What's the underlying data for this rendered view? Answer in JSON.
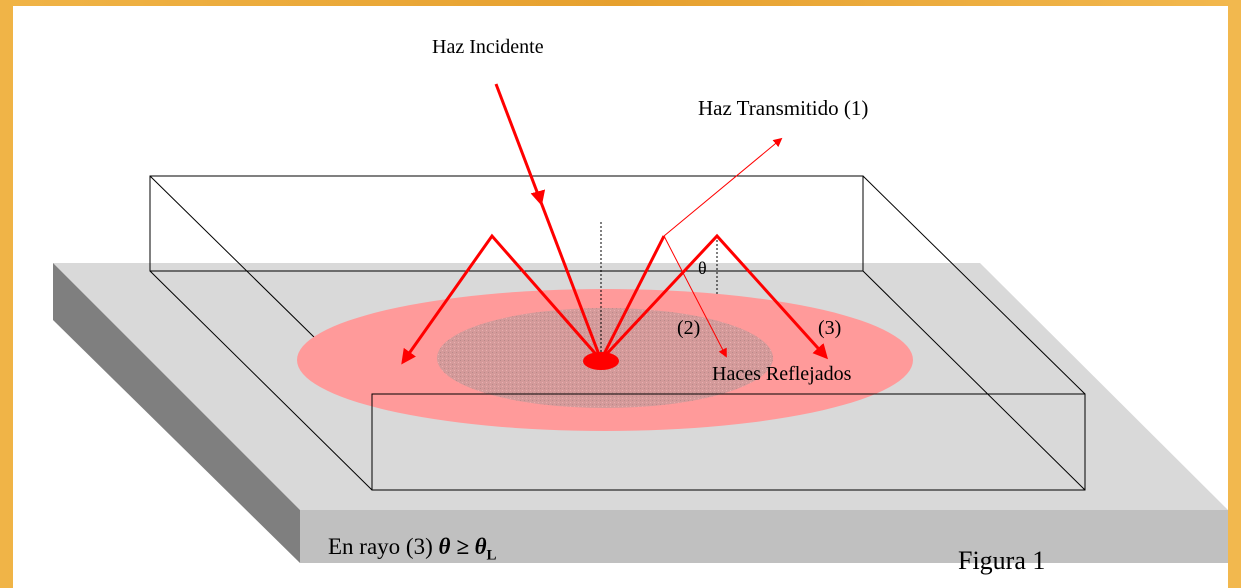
{
  "labels": {
    "incident_beam": "Haz Incidente",
    "transmitted_beam": "Haz Transmitido (1)",
    "angle_symbol": "θ",
    "ray_2": "(2)",
    "ray_3": "(3)",
    "reflected_beams": "Haces Reflejados",
    "figure_caption": "Figura 1",
    "condition_prefix": "En rayo (3) ",
    "condition_theta": "θ",
    "condition_geq": " ≥ ",
    "condition_theta_l": "θ",
    "condition_subscript": "L"
  },
  "colors": {
    "frame": "#e9a635",
    "plate_top": "#d9d9d9",
    "plate_side": "#7f7f7f",
    "plate_front": "#c0c0c0",
    "outer_spot": "#ff9a9a",
    "inner_spot": "#d49a9a",
    "beam": "#ff0000"
  }
}
